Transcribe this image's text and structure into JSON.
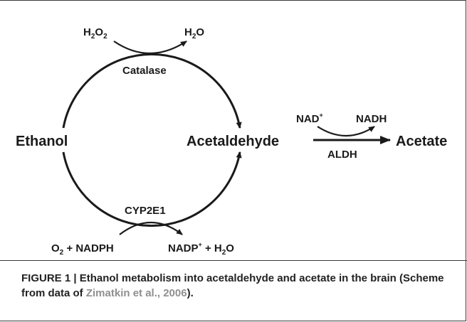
{
  "nodes": {
    "ethanol": "Ethanol",
    "acetaldehyde": "Acetaldehyde",
    "acetate": "Acetate"
  },
  "enzymes": {
    "catalase": "Catalase",
    "cyp2e1": "CYP2E1",
    "aldh": "ALDH"
  },
  "cofactors": {
    "h2o2": {
      "base": "H",
      "sub1": "2",
      "mid": "O",
      "sub2": "2"
    },
    "h2o": {
      "base": "H",
      "sub": "2",
      "end": "O"
    },
    "o2_nadph": {
      "base": "O",
      "sub": "2",
      "rest": " + NADPH"
    },
    "nadp_h2o": {
      "base": "NADP",
      "sup": "+",
      "mid": " + H",
      "sub": "2",
      "end": "O"
    },
    "nad": {
      "base": "NAD",
      "sup": "+"
    },
    "nadh": "NADH"
  },
  "caption": {
    "prefix": "FIGURE 1 | Ethanol metabolism into acetaldehyde and acetate in the brain (Scheme from data of ",
    "reference": "Zimatkin et al., 2006",
    "suffix": ")."
  },
  "colors": {
    "ink": "#1a1a1a",
    "reference_link": "#8f8f8f"
  }
}
